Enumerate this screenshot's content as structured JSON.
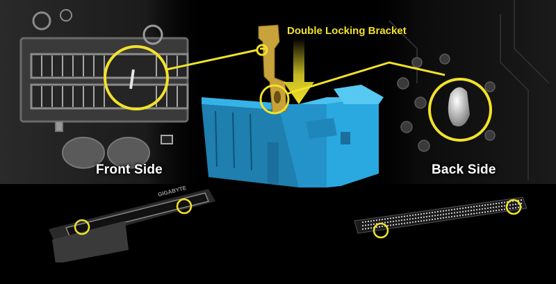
{
  "labels": {
    "bracket": "Double Locking Bracket",
    "front": "Front Side",
    "back": "Back Side",
    "brand": "GIGABYTE"
  },
  "colors": {
    "accent_yellow": "#f2e22a",
    "slot_blue": "#29a9e0",
    "bracket_gold": "#c8a23a",
    "background": "#000000"
  }
}
